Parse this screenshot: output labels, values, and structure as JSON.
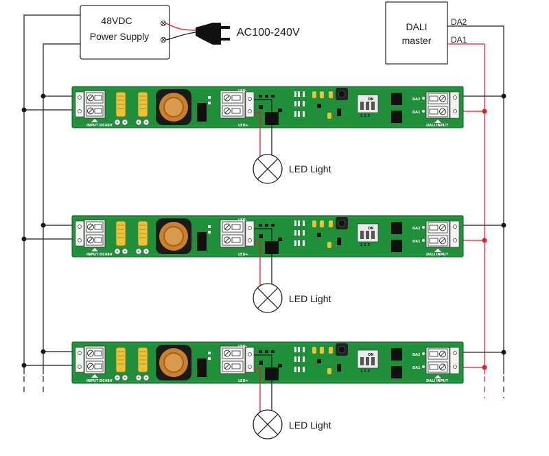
{
  "power_supply": {
    "line1": "48VDC",
    "line2": "Power Supply"
  },
  "ac_label": "AC100-240V",
  "dali_master": {
    "line1": "DALI",
    "line2": "master"
  },
  "bus_labels": {
    "da2": "DA2",
    "da1": "DA1"
  },
  "led_light_label": "LED Light",
  "board": {
    "led_minus": "LED-",
    "led_plus": "LED+",
    "input_label": "INPUT DC48V",
    "dali_input_label": "DALI INPUT",
    "pin_da2": "DA2",
    "pin_da1": "DA1",
    "dip_on": "ON",
    "dip_nums": "1 2 3"
  },
  "colors": {
    "pcb": "#1f8f3a",
    "pcb_dark": "#137028",
    "wire_black": "#1a1a1a",
    "wire_red": "#e11d2a",
    "capacitor": "#e9c23a",
    "coil": "#c9812d"
  }
}
